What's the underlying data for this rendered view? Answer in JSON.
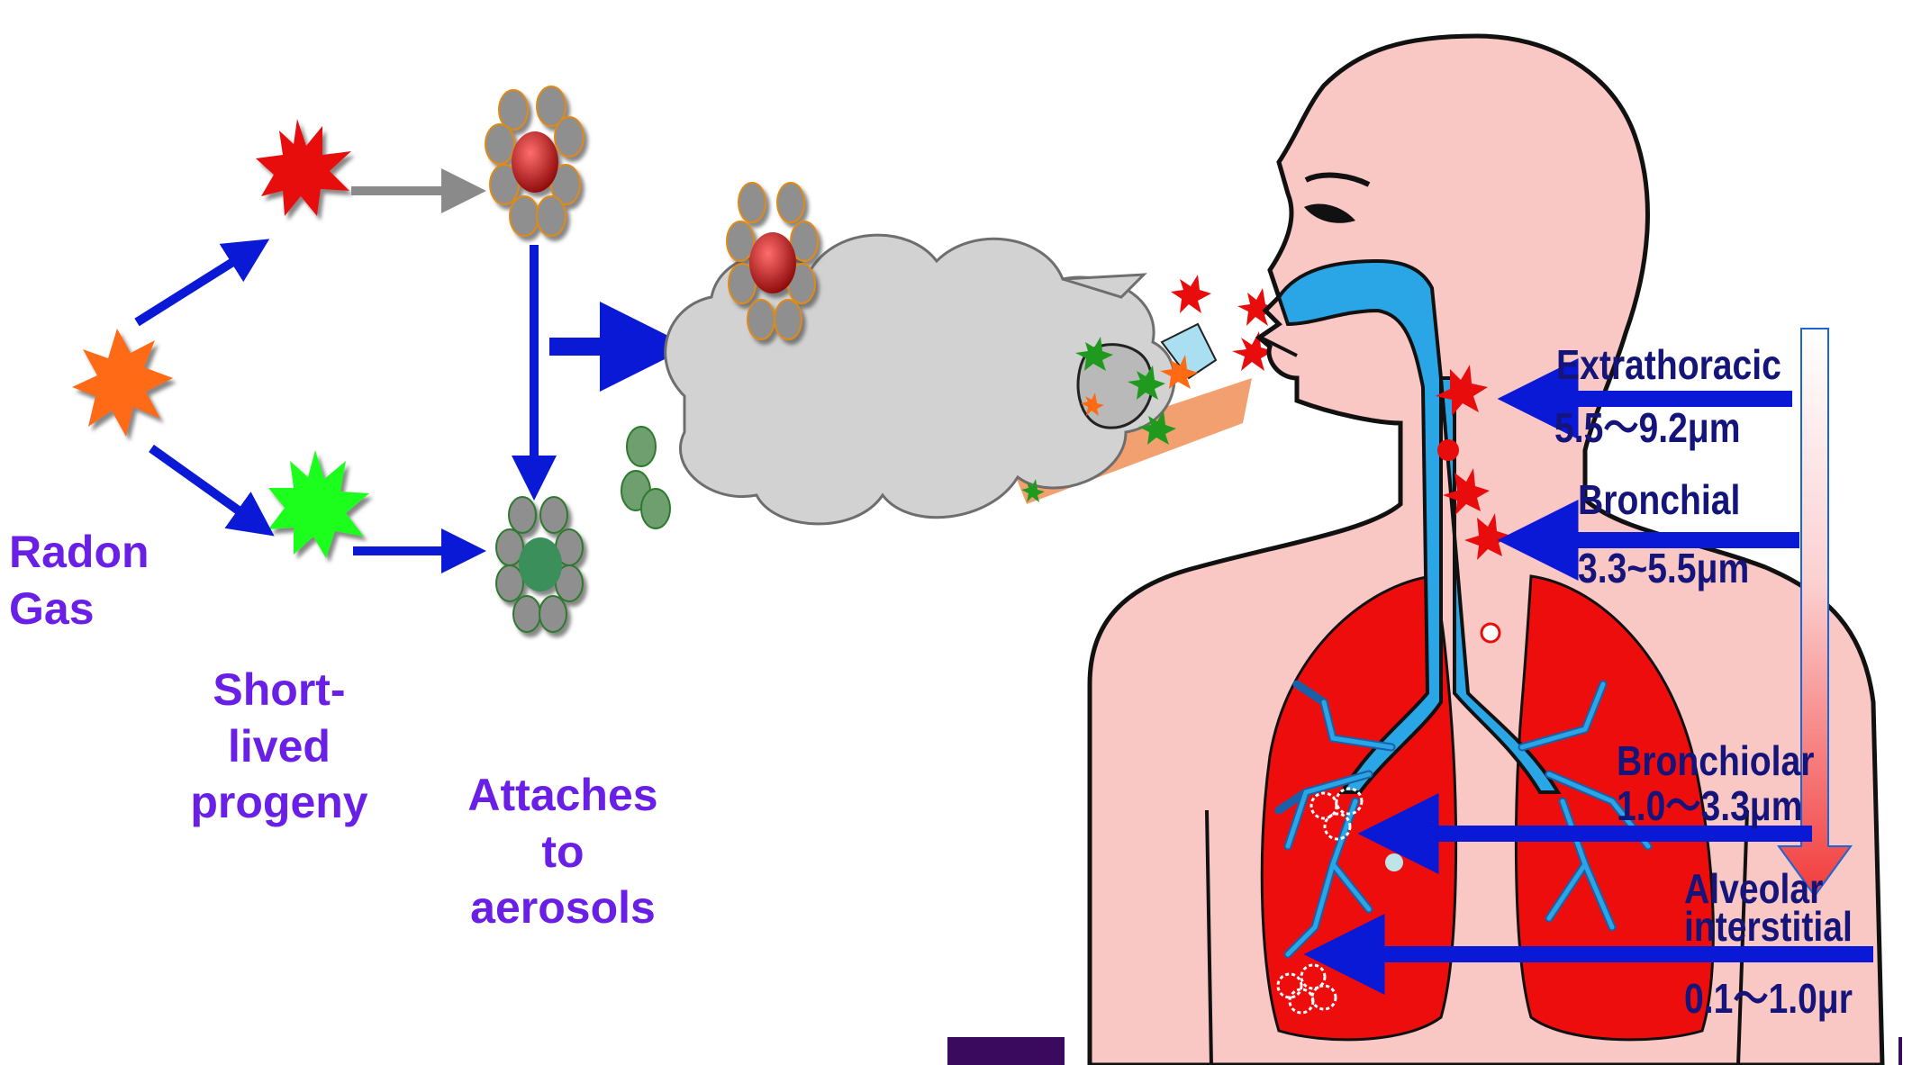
{
  "colors": {
    "label_purple": "#6a1fe6",
    "region_navy": "#14147a",
    "arrow_blue": "#0a19d6",
    "skin": "#f9c7c4",
    "lung_red": "#ee0d0d",
    "airway_blue": "#2aa6e6",
    "radon_orange": "#ff6a12",
    "progeny_red": "#e80c0c",
    "progeny_green": "#1dff1d",
    "cloud_gray": "#d2d2d2"
  },
  "labels": {
    "radon_gas": "Radon\nGas",
    "short_lived_progeny": "Short-\nlived\nprogeny",
    "attaches_to_aerosols": "Attaches\nto\naerosols"
  },
  "regions": {
    "extrathoracic": {
      "name": "Extrathoracic",
      "size": "5.5～9.2μm"
    },
    "bronchial": {
      "name": "Bronchial",
      "size": "3.3~5.5μm"
    },
    "bronchiolar": {
      "name": "Bronchiolar",
      "size": "1.0～3.3μm"
    },
    "alveolar": {
      "name_line1": "Alveolar",
      "name_line2": "interstitial",
      "size": "0.1～1.0μr"
    }
  }
}
